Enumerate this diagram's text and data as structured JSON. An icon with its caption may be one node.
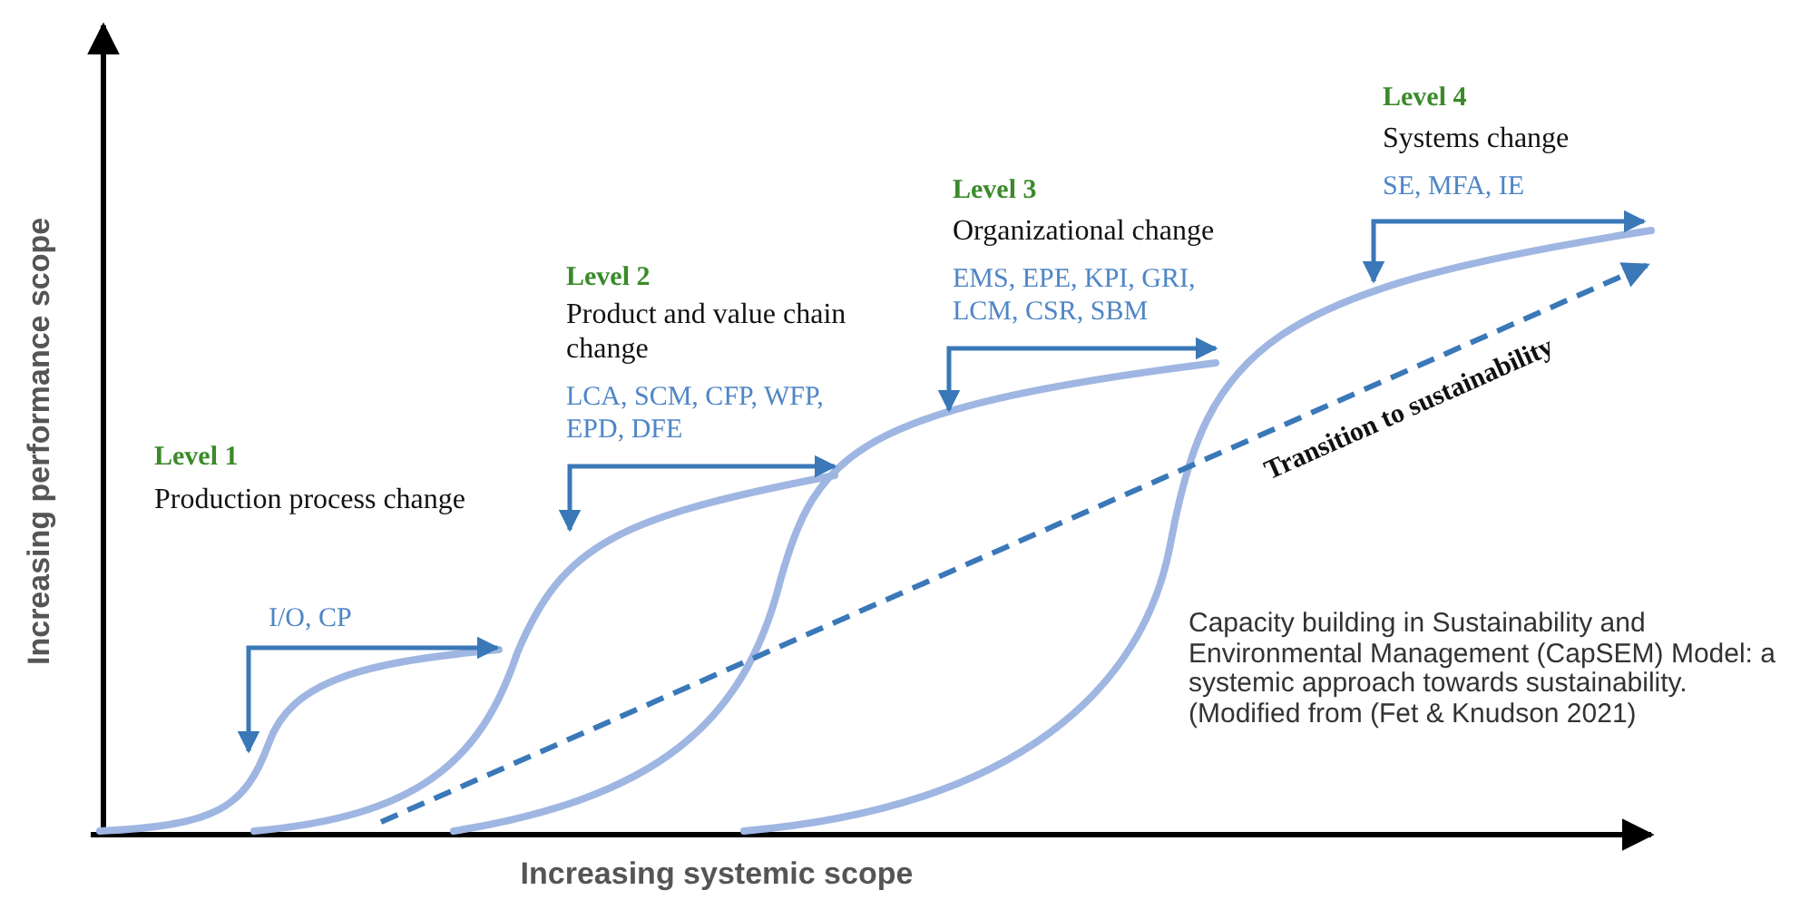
{
  "diagram": {
    "caption": "Capacity building in Sustainability and Environmental Management (CapSEM) Model: a systemic approach towards sustainability. (Modified from (Fet & Knudson 2021)",
    "labels": [
      "Increasing performance scope",
      "Increasing systemic scope",
      "Level 1",
      "Production process change",
      "I/O, CP",
      "Level 2",
      "Product and value chain change",
      "LCA, SCM, CFP, WFP, EPD, DFE",
      "Level 3",
      "Organizational change",
      "EMS, EPE, KPI, GRI, LCM, CSR, SBM",
      "Level 4",
      "Systems change",
      "SE, MFA, IE",
      "Transition to sustainability"
    ]
  }
}
